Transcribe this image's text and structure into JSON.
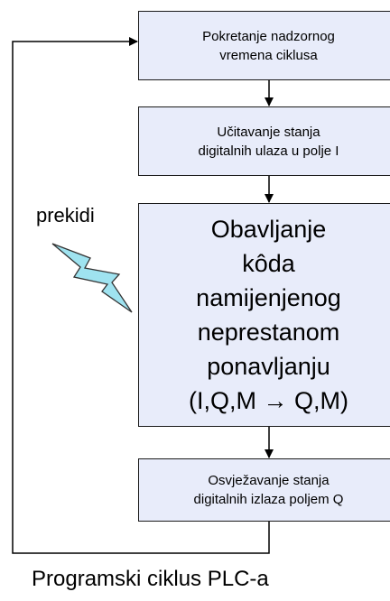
{
  "flow": {
    "step1": "Pokretanje nadzornog\nvremena ciklusa",
    "step2": "Učitavanje stanja\ndigitalnih ulaza u polje I",
    "step3": "Obavljanje\nkôda\nnamijenjenog\nneprestanom\nponavljanju\n(I,Q,M → Q,M)",
    "step4": "Osvježavanje stanja\ndigitalnih izlaza poljem Q"
  },
  "interrupt_label": "prekidi",
  "caption": "Programski ciklus PLC-a",
  "colors": {
    "box_fill": "#e8ecfa",
    "lightning_fill": "#9fe3f0"
  },
  "icons": [
    "lightning-bolt-icon"
  ]
}
